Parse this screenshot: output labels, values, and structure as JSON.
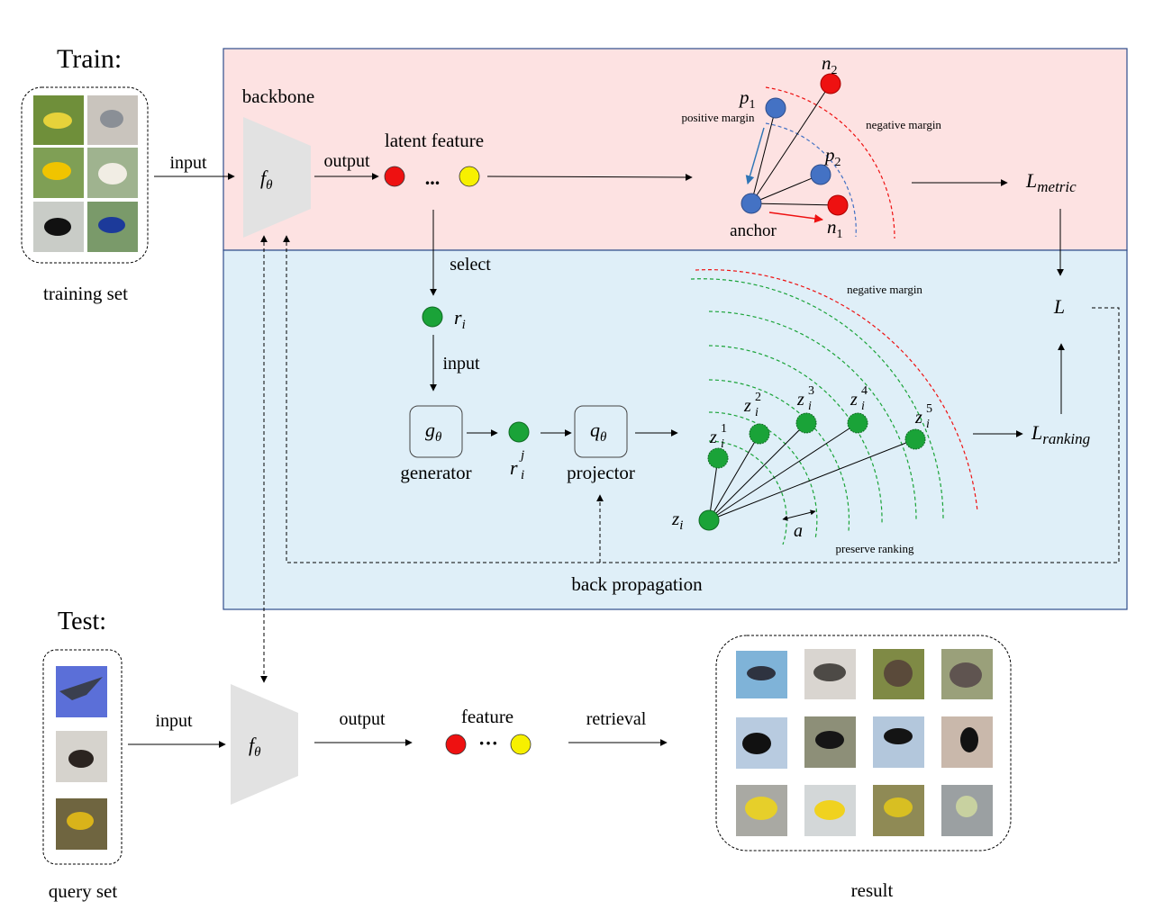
{
  "train": {
    "title": "Train:",
    "training_set_label": "training set",
    "input_label": "input",
    "backbone_label": "backbone",
    "backbone_fn": "f",
    "backbone_sub": "θ",
    "output_label": "output",
    "latent_label": "latent feature",
    "ellipsis": "...",
    "metric": {
      "p1": "p",
      "p1_sub": "1",
      "p2": "p",
      "p2_sub": "2",
      "n1": "n",
      "n1_sub": "1",
      "n2": "n",
      "n2_sub": "2",
      "anchor": "anchor",
      "positive_margin": "positive  margin",
      "negative_margin": "negative  margin"
    },
    "l_metric": "L",
    "l_metric_sub": "metric",
    "select_label": "select",
    "r_i": "r",
    "r_i_sub": "i",
    "input2_label": "input",
    "generator_fn": "g",
    "generator_sub": "θ",
    "generator_label": "generator",
    "r_ij": "r",
    "r_ij_sub": "i",
    "r_ij_sup": "j",
    "projector_fn": "q",
    "projector_sub": "θ",
    "projector_label": "projector",
    "ranking": {
      "negative_margin": "negative  margin",
      "preserve_ranking": "preserve ranking",
      "a_label": "a",
      "z_i": "z",
      "z_i_sub": "i",
      "z1_sup": "1",
      "z2_sup": "2",
      "z3_sup": "3",
      "z4_sup": "4",
      "z5_sup": "5"
    },
    "l_ranking": "L",
    "l_ranking_sub": "ranking",
    "l_total": "L",
    "back_propagation": "back propagation"
  },
  "test": {
    "title": "Test:",
    "query_set_label": "query set",
    "input_label": "input",
    "backbone_fn": "f",
    "backbone_sub": "θ",
    "output_label": "output",
    "feature_label": "feature",
    "ellipsis": "···",
    "retrieval_label": "retrieval",
    "result_label": "result"
  },
  "colors": {
    "train_top_bg": "#fde2e2",
    "train_bottom_bg": "#dfeff8",
    "panel_border": "#2f4e8c",
    "red_node": "#ee1111",
    "yellow_node": "#f7f000",
    "blue_node": "#4472c4",
    "green_node": "#1aa338",
    "backbone_gray": "#e2e2e2"
  }
}
